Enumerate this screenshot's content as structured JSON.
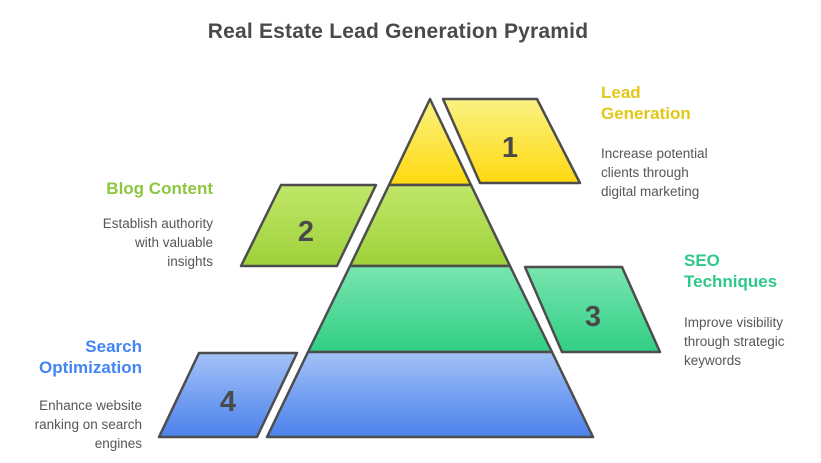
{
  "title": "Real Estate Lead Generation Pyramid",
  "style": {
    "background": "#FFFFFF",
    "outline": "#4D4D4D",
    "title_color": "#4A4A4A",
    "number_color": "#4A4A4A",
    "description_color": "#55565A"
  },
  "levels": [
    {
      "number": "1",
      "label": "Lead\nGeneration",
      "description": "Increase potential\nclients through\ndigital marketing",
      "side": "right",
      "heading_color": "#E2C716",
      "fill_top": "#FAF283",
      "fill_bottom": "#FFD90F"
    },
    {
      "number": "2",
      "label": "Blog Content",
      "description": "Establish authority\nwith valuable\ninsights",
      "side": "left",
      "heading_color": "#8DC63F",
      "fill_top": "#C0E768",
      "fill_bottom": "#9ED13A"
    },
    {
      "number": "3",
      "label": "SEO\nTechniques",
      "description": "Improve visibility\nthrough strategic\nkeywords",
      "side": "right",
      "heading_color": "#2FC98A",
      "fill_top": "#79E5AF",
      "fill_bottom": "#31CE85"
    },
    {
      "number": "4",
      "label": "Search\nOptimization",
      "description": "Enhance website\nranking on search\nengines",
      "side": "left",
      "heading_color": "#4285F4",
      "fill_top": "#A3C1F7",
      "fill_bottom": "#4B82EC"
    }
  ]
}
